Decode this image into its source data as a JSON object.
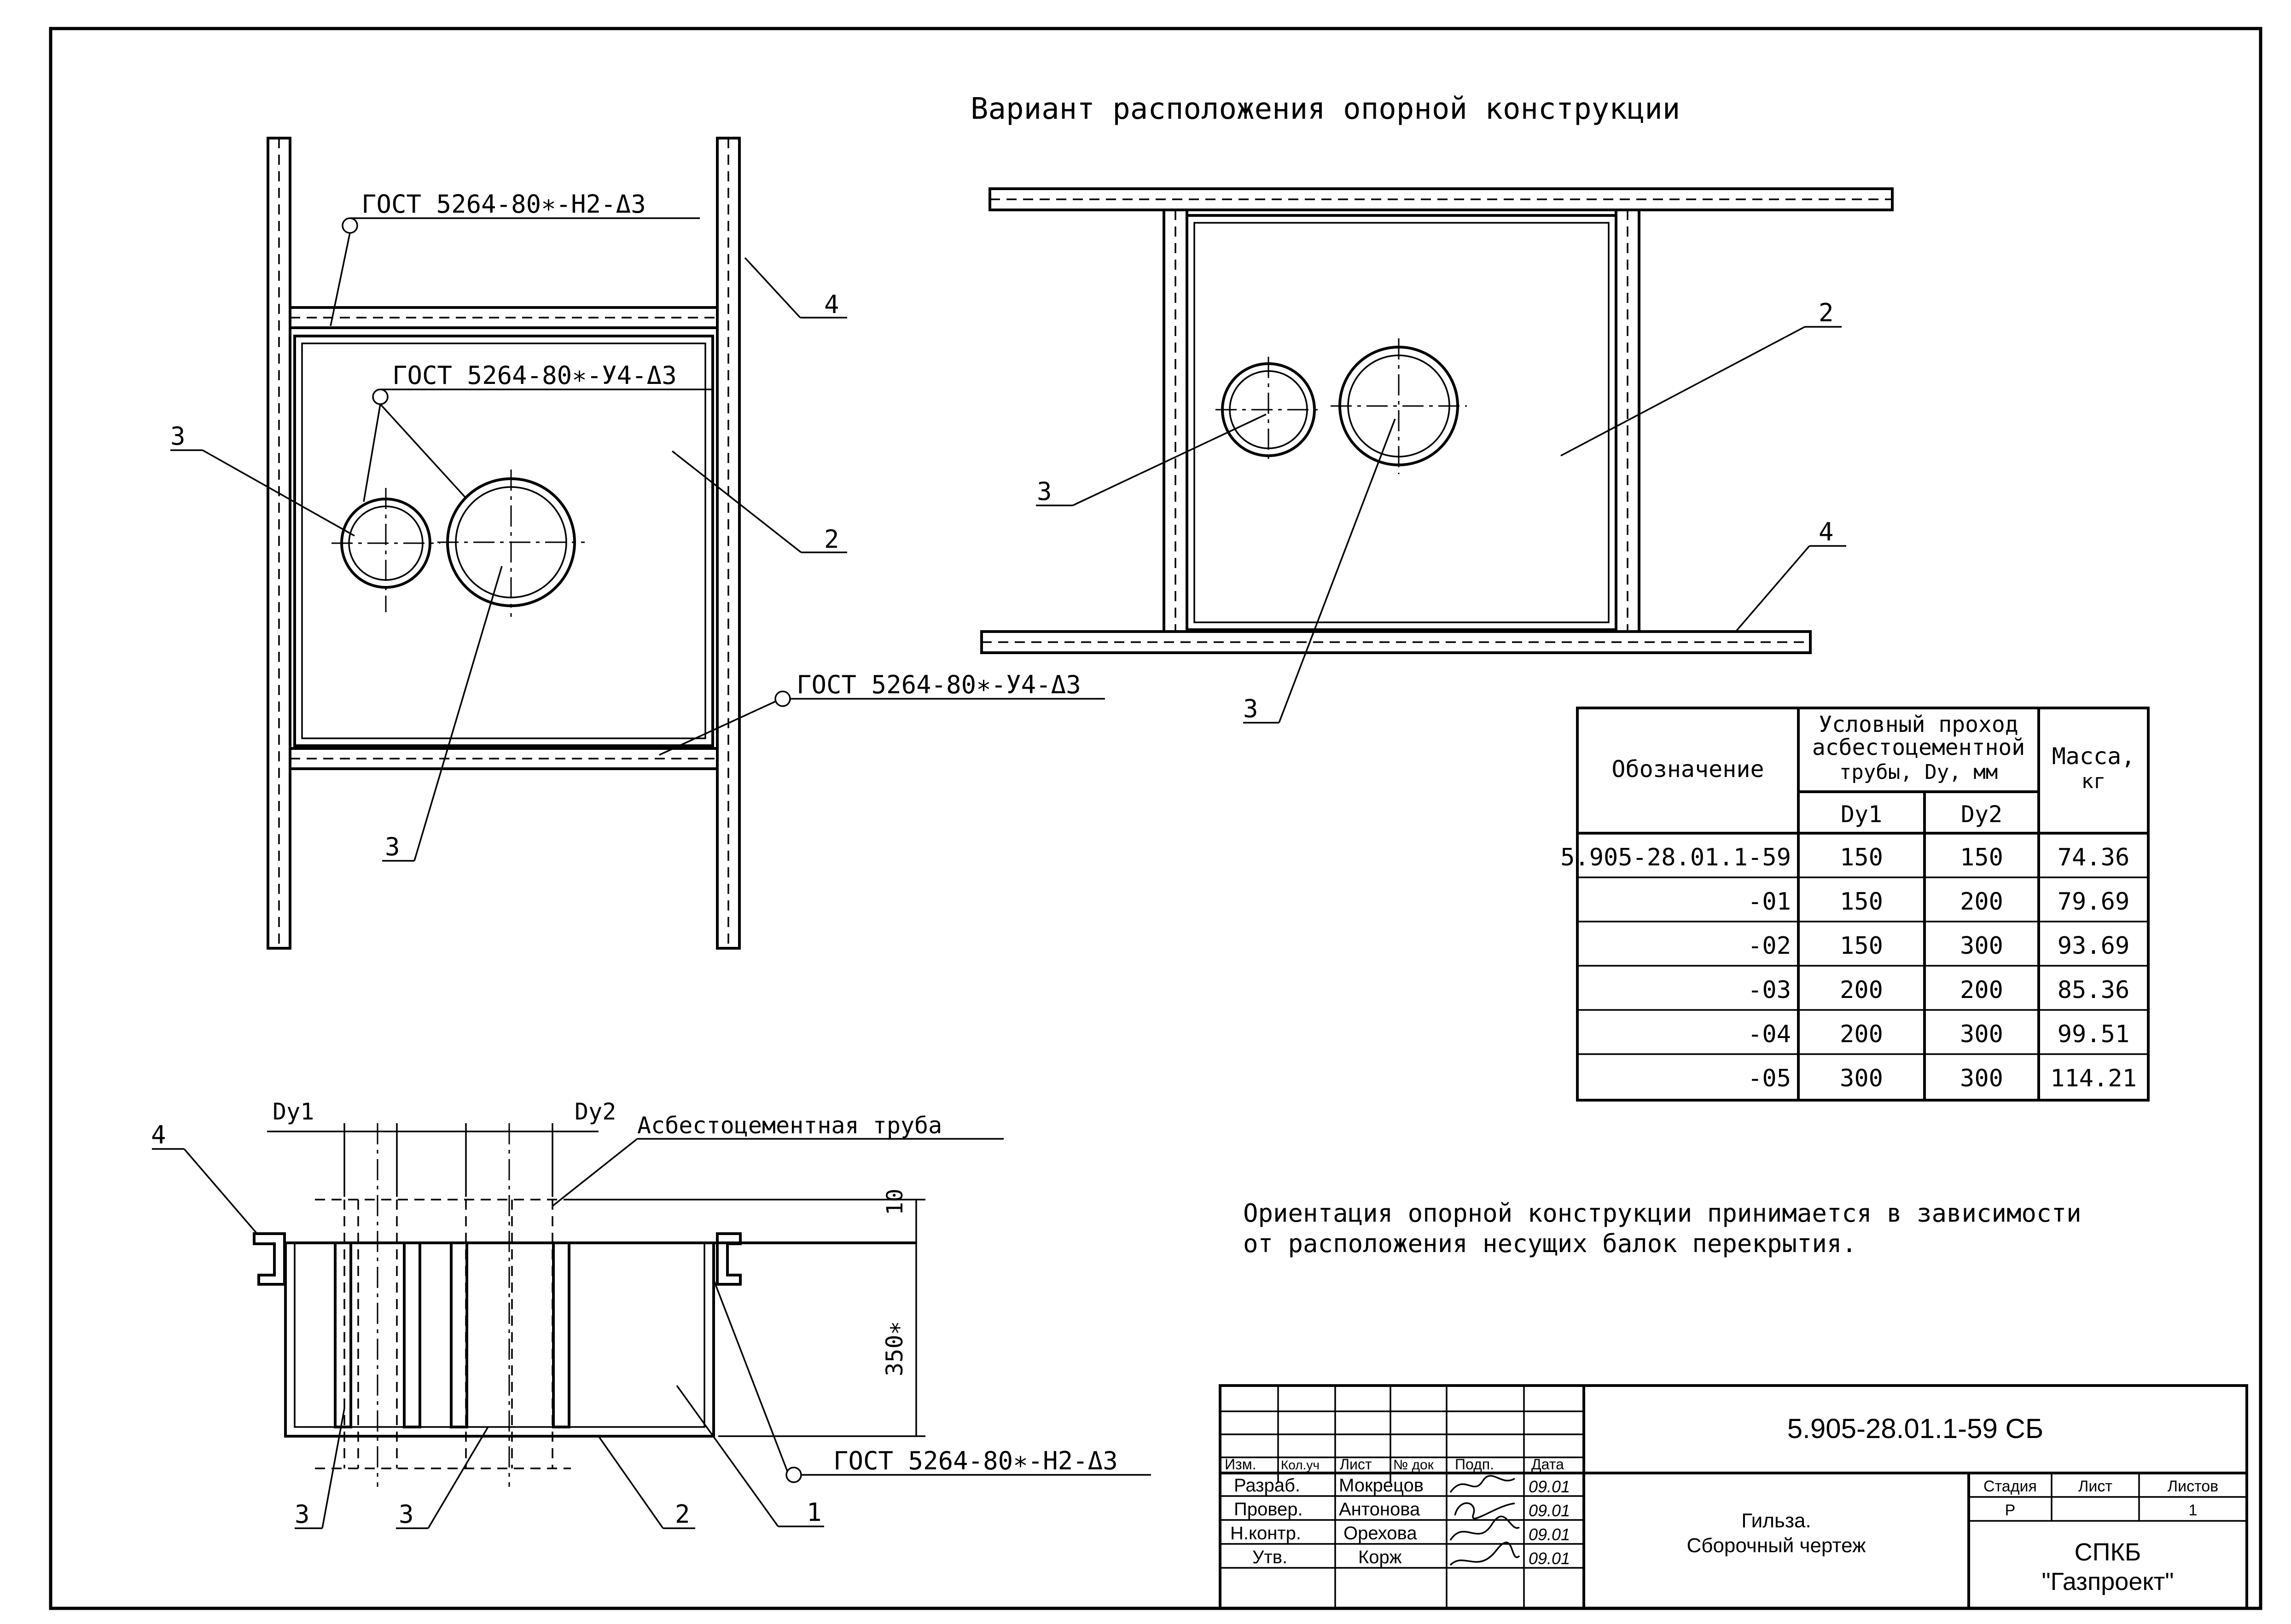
{
  "titles": {
    "variant": "Вариант расположения опорной конструкции",
    "note_line1": "Ориентация опорной конструкции принимается в зависимости",
    "note_line2": "от расположения несущих балок перекрытия."
  },
  "weld_labels": {
    "top_h2": "ГОСТ 5264-80∗-Н2-Δ3",
    "u4_upper": "ГОСТ 5264-80∗-У4-Δ3",
    "u4_lower": "ГОСТ 5264-80∗-У4-Δ3",
    "section_h2": "ГОСТ 5264-80∗-Н2-Δ3"
  },
  "callouts": {
    "plan_4": "4",
    "plan_3_left": "3",
    "plan_2": "2",
    "plan_3_bottom": "3",
    "alt_2": "2",
    "alt_3_left": "3",
    "alt_4": "4",
    "alt_3_bottom": "3",
    "sec_4": "4",
    "sec_3a": "3",
    "sec_3b": "3",
    "sec_2": "2",
    "sec_1": "1"
  },
  "section": {
    "dy1": "Dу1",
    "dy2": "Dу2",
    "pipe_label": "Асбестоцементная труба",
    "dim_10": "10",
    "dim_350": "350∗"
  },
  "spec_table": {
    "header_designation": "Обозначение",
    "header_nominal_l1": "Условный проход",
    "header_nominal_l2": "асбестоцементной",
    "header_nominal_l3": "трубы, Dу, мм",
    "header_mass_l1": "Масса,",
    "header_mass_l2": "кг",
    "sub_dy1": "Dу1",
    "sub_dy2": "Dу2",
    "rows": [
      {
        "designation": "5.905-28.01.1-59",
        "dy1": "150",
        "dy2": "150",
        "mass": "74.36"
      },
      {
        "designation": "-01",
        "dy1": "150",
        "dy2": "200",
        "mass": "79.69"
      },
      {
        "designation": "-02",
        "dy1": "150",
        "dy2": "300",
        "mass": "93.69"
      },
      {
        "designation": "-03",
        "dy1": "200",
        "dy2": "200",
        "mass": "85.36"
      },
      {
        "designation": "-04",
        "dy1": "200",
        "dy2": "300",
        "mass": "99.51"
      },
      {
        "designation": "-05",
        "dy1": "300",
        "dy2": "300",
        "mass": "114.21"
      }
    ]
  },
  "title_block": {
    "doc_code": "5.905-28.01.1-59 СБ",
    "col_izm": "Изм.",
    "col_koluch": "Кол.уч",
    "col_list": "Лист",
    "col_ndok": "№ док",
    "col_podp": "Подп.",
    "col_data": "Дата",
    "role_razrab": "Разраб.",
    "role_prover": "Провер.",
    "role_nkontr": "Н.контр.",
    "role_utv": "Утв.",
    "name_razrab": "Мокрецов",
    "name_prover": "Антонова",
    "name_nkontr": "Орехова",
    "name_utv": "Корж",
    "date_razrab": "09.01",
    "date_prover": "09.01",
    "date_nkontr": "09.01",
    "date_utv": "09.01",
    "item_name_l1": "Гильза.",
    "item_name_l2": "Сборочный чертеж",
    "stage_label": "Стадия",
    "sheet_label": "Лист",
    "sheets_label": "Листов",
    "stage_value": "Р",
    "sheets_value": "1",
    "org_l1": "СПКБ",
    "org_l2": "\"Газпроект\""
  }
}
